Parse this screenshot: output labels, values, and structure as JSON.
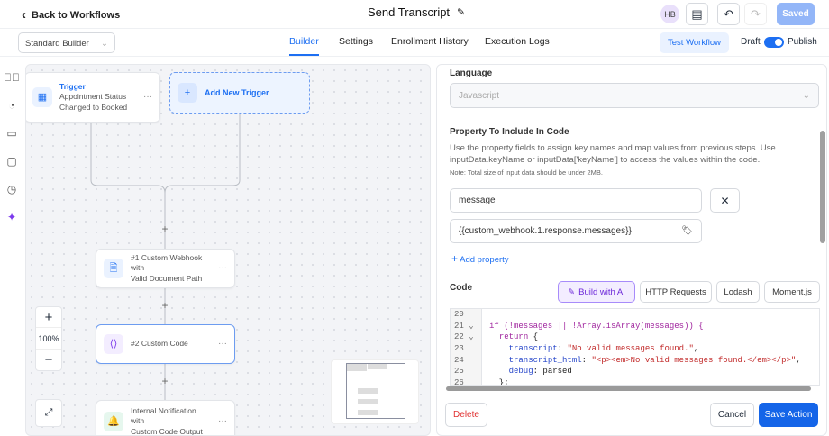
{
  "header": {
    "back_label": "Back to Workflows",
    "title": "Send Transcript",
    "avatar": "HB",
    "saved_label": "Saved"
  },
  "toolbar": {
    "builder_select": "Standard Builder",
    "tabs": [
      "Builder",
      "Settings",
      "Enrollment History",
      "Execution Logs"
    ],
    "test_workflow": "Test Workflow",
    "draft": "Draft",
    "publish": "Publish"
  },
  "canvas": {
    "trigger": {
      "label": "Trigger",
      "line1": "Appointment Status",
      "line2": "Changed to Booked"
    },
    "add_trigger": "Add New Trigger",
    "steps": [
      {
        "line1": "#1 Custom Webhook with",
        "line2": "Valid Document Path"
      },
      {
        "line1": "#2 Custom Code",
        "line2": ""
      },
      {
        "line1": "Internal Notification with",
        "line2": "Custom Code Output"
      }
    ],
    "zoom_level": "100%"
  },
  "panel": {
    "language_label": "Language",
    "language_value": "Javascript",
    "property_heading": "Property To Include In Code",
    "property_desc": "Use the property fields to assign key names and map values from previous steps. Use inputData.keyName or inputData['keyName'] to access the values within the code.",
    "property_note": "Note: Total size of input data should be under 2MB.",
    "key_value": "message",
    "map_value": "{{custom_webhook.1.response.messages}}",
    "add_property": "Add property",
    "code_label": "Code",
    "code_buttons": [
      "Build with AI",
      "HTTP Requests",
      "Lodash",
      "Moment.js"
    ],
    "line_numbers": [
      "20",
      "21 ⌄",
      "22 ⌄",
      "23",
      "24",
      "25",
      "26"
    ],
    "delete": "Delete",
    "cancel": "Cancel",
    "save": "Save Action"
  },
  "code_lines": {
    "l21": "if (!messages || !Array.isArray(messages)) {",
    "l22a": "return",
    "l22b": " {",
    "l23k": "transcript",
    "l23v": "\"No valid messages found.\"",
    "l24k": "transcript_html",
    "l24v": "\"<p><em>No valid messages found.</em></p>\"",
    "l25k": "debug",
    "l25v": " parsed",
    "l26": "  };"
  }
}
